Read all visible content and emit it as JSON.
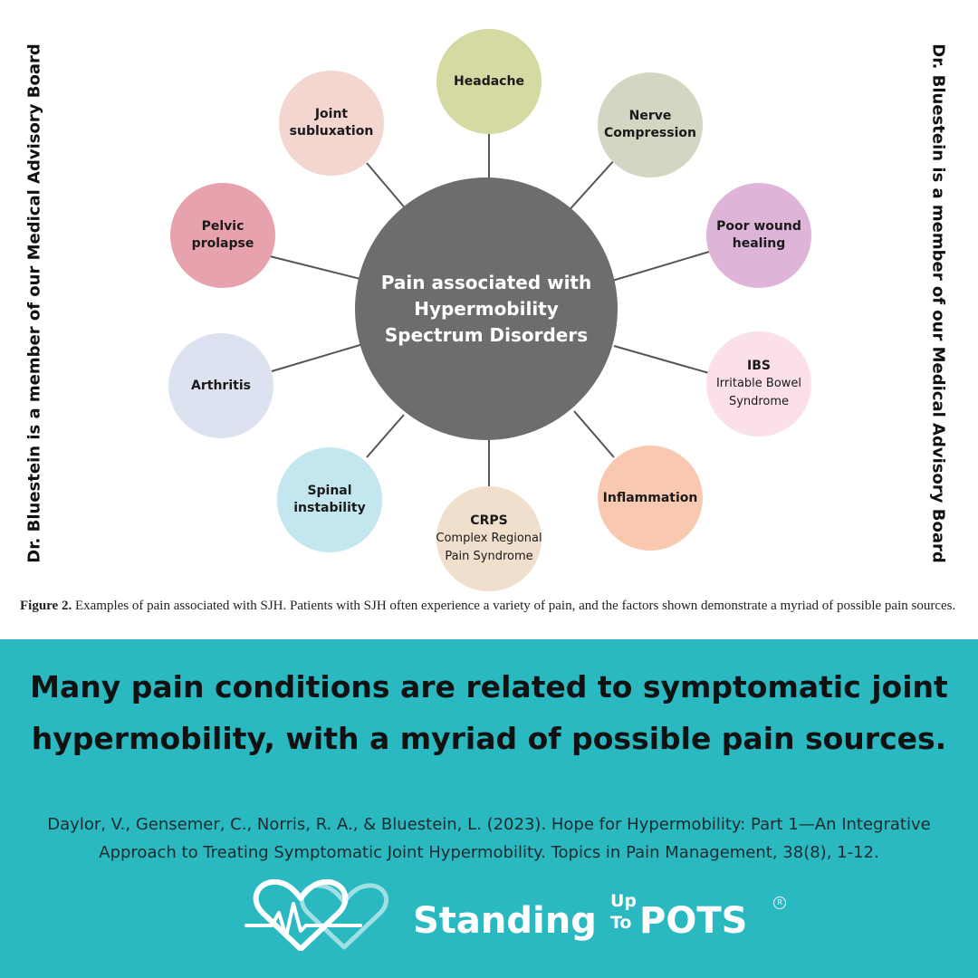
{
  "side_text": "Dr. Bluestein is a member of our Medical Advisory Board",
  "diagram": {
    "center": "Pain associated with Hypermobility Spectrum Disorders",
    "nodes": [
      {
        "title": "Headache",
        "subtitle": "",
        "color": "#d5d9a2"
      },
      {
        "title": "Nerve Compression",
        "subtitle": "",
        "color": "#d3d6c3"
      },
      {
        "title": "Poor wound healing",
        "subtitle": "",
        "color": "#dfb4d9"
      },
      {
        "title": "IBS",
        "subtitle": "Irritable Bowel Syndrome",
        "color": "#fbdfea"
      },
      {
        "title": "Inflammation",
        "subtitle": "",
        "color": "#f8c9b0"
      },
      {
        "title": "CRPS",
        "subtitle": "Complex Regional Pain Syndrome",
        "color": "#f1dfcd"
      },
      {
        "title": "Spinal instability",
        "subtitle": "",
        "color": "#c4e6ee"
      },
      {
        "title": "Arthritis",
        "subtitle": "",
        "color": "#dde2f1"
      },
      {
        "title": "Pelvic prolapse",
        "subtitle": "",
        "color": "#e8a2ad"
      },
      {
        "title": "Joint subluxation",
        "subtitle": "",
        "color": "#f3d6cf"
      }
    ],
    "center_color": "#6d6d6d",
    "line_color": "#555555"
  },
  "caption": {
    "label": "Figure 2.",
    "text": " Examples of pain associated with SJH. Patients with SJH often experience a variety of pain, and the factors shown demonstrate a myriad of possible pain sources."
  },
  "headline": "Many pain conditions are related to symptomatic joint hypermobility, with a myriad of possible pain sources.",
  "citation": "Daylor, V., Gensemer, C., Norris, R. A., & Bluestein, L. (2023). Hope for Hypermobility: Part 1—An Integrative Approach to Treating Symptomatic Joint Hypermobility. Topics in Pain Management, 38(8), 1-12.",
  "logo": {
    "word1": "Standing",
    "up": "Up",
    "to": "To",
    "word2": "POTS",
    "mark": "R"
  },
  "colors": {
    "teal_band": "#2ab8c1",
    "headline_text": "#111111",
    "logo": "#ffffff"
  },
  "icons": [
    "heart-pulse-icon",
    "heart-outline-icon"
  ]
}
